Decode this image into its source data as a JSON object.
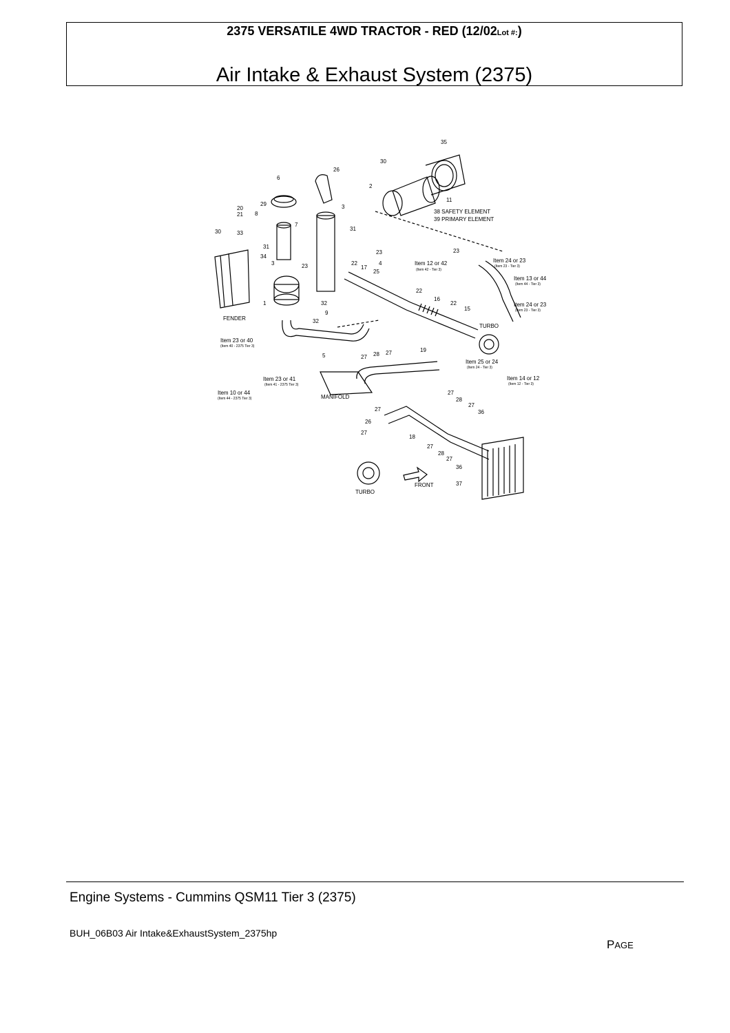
{
  "header": {
    "model_title": "2375 VERSATILE 4WD TRACTOR - RED (12/02",
    "lot_label": "Lot #:",
    "close_paren": ")",
    "section_title": "Air Intake & Exhaust System (2375)"
  },
  "diagram": {
    "callouts": [
      "35",
      "30",
      "11",
      "26",
      "2",
      "6",
      "38 SAFETY ELEMENT",
      "39 PRIMARY ELEMENT",
      "3",
      "29",
      "20",
      "21",
      "8",
      "7",
      "31",
      "30",
      "33",
      "34",
      "31",
      "3",
      "23",
      "23",
      "4",
      "25",
      "22",
      "17",
      "23",
      "Item 12 or 42",
      "Item 24 or 23",
      "Item 13 or 44",
      "22",
      "16",
      "22",
      "15",
      "Item 24 or 23",
      "TURBO",
      "1",
      "32",
      "9",
      "32",
      "FENDER",
      "Item 23 or 40",
      "5",
      "19",
      "27",
      "28",
      "27",
      "Item 25 or 24",
      "Item 14 or 12",
      "Item 23 or 41",
      "Item 10 or 44",
      "MANIFOLD",
      "27",
      "28",
      "27",
      "36",
      "27",
      "26",
      "27",
      "18",
      "27",
      "28",
      "27",
      "36",
      "37",
      "TURBO",
      "FRONT"
    ],
    "subnotes": [
      "(Item 42 - Tier 3)",
      "(Item 23 - Tier 3)",
      "(Item 44 - Tier 3)",
      "(Item 23 - Tier 3)",
      "(Item 40 - 2375 Tier 3)",
      "(Item 24 - Tier 3)",
      "(Item 12 - Tier 3)",
      "(Item 41 - 2375 Tier 3)",
      "(Item 44 - 2375 Tier 3)"
    ]
  },
  "footer": {
    "section": "Engine Systems - Cummins QSM11 Tier 3 (2375)",
    "file_name": "BUH_06B03 Air Intake&ExhaustSystem_2375hp",
    "page_label_p": "P",
    "page_label_rest": "AGE"
  }
}
